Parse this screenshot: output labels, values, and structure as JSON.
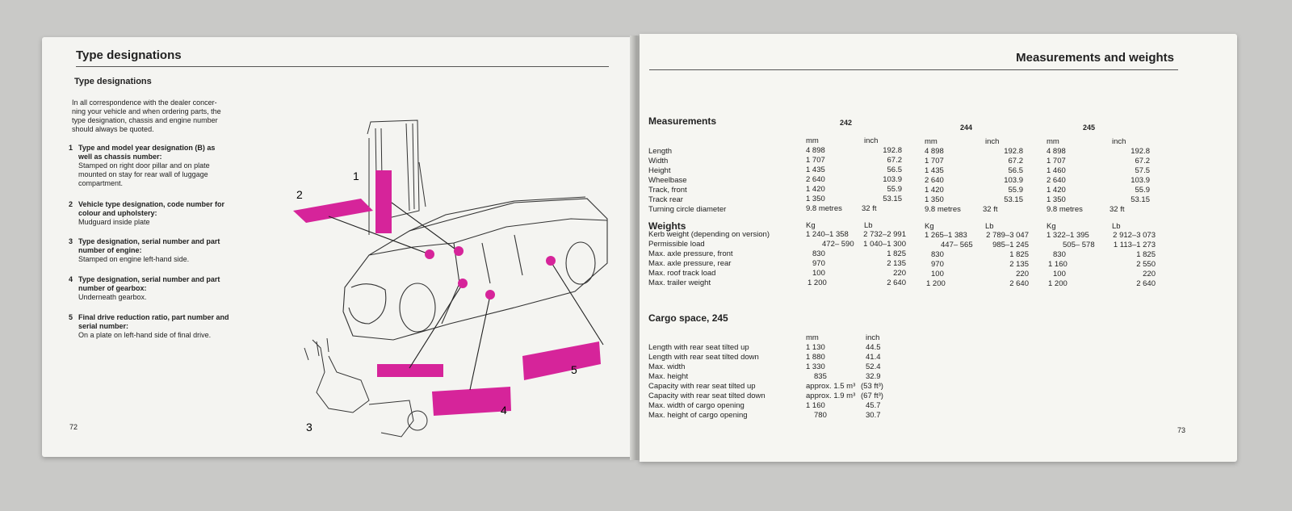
{
  "left": {
    "header": "Type designations",
    "subheading": "Type designations",
    "intro": [
      "In all correspondence with the dealer concer-",
      "ning your vehicle and when ordering parts, the",
      "type designation, chassis and engine number",
      "should always be quoted."
    ],
    "items": [
      {
        "num": "1",
        "title": [
          "Type and model year designation (B) as",
          "well as chassis number:"
        ],
        "text": [
          "Stamped on right door pillar and on plate",
          "mounted on stay for rear wall of luggage",
          "compartment."
        ]
      },
      {
        "num": "2",
        "title": [
          "Vehicle type designation, code number for",
          "colour and upholstery:"
        ],
        "text": [
          "Mudguard inside plate"
        ]
      },
      {
        "num": "3",
        "title": [
          "Type designation, serial number and part",
          "number of engine:"
        ],
        "text": [
          "Stamped on engine left-hand side."
        ]
      },
      {
        "num": "4",
        "title": [
          "Type designation, serial number and part",
          "number of gearbox:"
        ],
        "text": [
          "Underneath gearbox."
        ]
      },
      {
        "num": "5",
        "title": [
          "Final drive reduction ratio, part number and",
          "serial number:"
        ],
        "text": [
          "On a plate on left-hand side of final drive."
        ]
      }
    ],
    "figure_labels": [
      "1",
      "2",
      "3",
      "4",
      "5"
    ],
    "page_number": "72"
  },
  "right": {
    "header": "Measurements and weights",
    "measurements_title": "Measurements",
    "models": [
      "242",
      "244",
      "245"
    ],
    "meas_units": [
      "mm",
      "inch"
    ],
    "meas_labels": [
      "Length",
      "Width",
      "Height",
      "Wheelbase",
      "Track, front",
      "Track rear",
      "Turning circle diameter"
    ],
    "meas": [
      {
        "mm": [
          "4 898",
          "1 707",
          "1 435",
          "2 640",
          "1 420",
          "1 350",
          "9.8 metres"
        ],
        "inch": [
          "192.8",
          "67.2",
          "56.5",
          "103.9",
          "55.9",
          "53.15",
          "32 ft"
        ]
      },
      {
        "mm": [
          "4 898",
          "1 707",
          "1 435",
          "2 640",
          "1 420",
          "1 350",
          "9.8 metres"
        ],
        "inch": [
          "192.8",
          "67.2",
          "56.5",
          "103.9",
          "55.9",
          "53.15",
          "32 ft"
        ]
      },
      {
        "mm": [
          "4 898",
          "1 707",
          "1 460",
          "2 640",
          "1 420",
          "1 350",
          "9.8 metres"
        ],
        "inch": [
          "192.8",
          "67.2",
          "57.5",
          "103.9",
          "55.9",
          "53.15",
          "32 ft"
        ]
      }
    ],
    "weights_title": "Weights",
    "weight_units": [
      "Kg",
      "Lb"
    ],
    "weight_labels": [
      "Kerb weight (depending on version)",
      "Permissible load",
      "Max. axle pressure, front",
      "Max. axle pressure, rear",
      "Max. roof track load",
      "Max. trailer weight"
    ],
    "weights": [
      {
        "kg": [
          "1 240–1 358",
          "472–  590",
          "830",
          "970",
          "100",
          "1 200"
        ],
        "lb": [
          "2 732–2 991",
          "1 040–1 300",
          "1 825",
          "2 135",
          "220",
          "2 640"
        ]
      },
      {
        "kg": [
          "1 265–1 383",
          "447–  565",
          "830",
          "970",
          "100",
          "1 200"
        ],
        "lb": [
          "2 789–3 047",
          "985–1 245",
          "1 825",
          "2 135",
          "220",
          "2 640"
        ]
      },
      {
        "kg": [
          "1 322–1 395",
          "505–  578",
          "830",
          "1 160",
          "100",
          "1 200"
        ],
        "lb": [
          "2 912–3 073",
          "1 113–1 273",
          "1 825",
          "2 550",
          "220",
          "2 640"
        ]
      }
    ],
    "cargo_title": "Cargo space, 245",
    "cargo_units": [
      "mm",
      "inch"
    ],
    "cargo_labels": [
      "Length with rear seat tilted up",
      "Length with rear seat tilted down",
      "Max. width",
      "Max. height",
      "Capacity with rear seat tilted up",
      "Capacity with rear seat tilted down",
      "Max. width of cargo opening",
      "Max. height of cargo opening"
    ],
    "cargo_mm": [
      "1 130",
      "1 880",
      "1 330",
      "835",
      "approx. 1.5 m³",
      "approx. 1.9 m³",
      "1 160",
      "780"
    ],
    "cargo_inch": [
      "44.5",
      "41.4",
      "52.4",
      "32.9",
      "(53 ft³)",
      "(67 ft³)",
      "45.7",
      "30.7"
    ],
    "page_number": "73"
  },
  "colors": {
    "accent": "#d6249a",
    "paper": "#f4f4f1",
    "background": "#c9c9c7"
  }
}
